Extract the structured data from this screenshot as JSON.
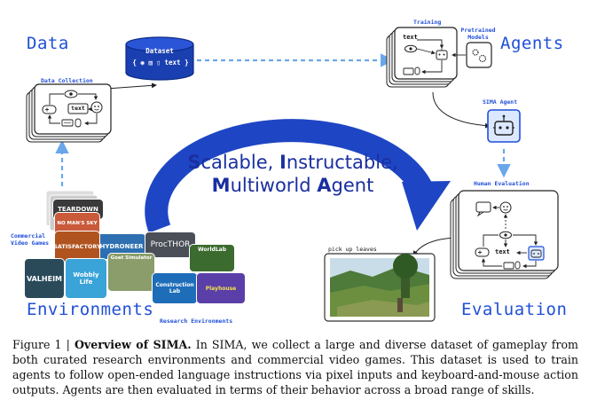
{
  "labels": {
    "data": "Data",
    "agents": "Agents",
    "environments": "Environments",
    "evaluation": "Evaluation"
  },
  "sublabels": {
    "data_collection": "Data Collection",
    "training": "Training",
    "pretrained_models": "Pretrained Models",
    "sima_agent": "SIMA Agent",
    "human_evaluation": "Human Evaluation",
    "commercial_games": "Commercial Video Games",
    "research_envs": "Research Environments",
    "pick_up_leaves": "pick up leaves"
  },
  "dataset": {
    "title": "Dataset",
    "content": "text"
  },
  "card_text": {
    "text": "text"
  },
  "center_title": {
    "w1_cap": "S",
    "w1_rest": "calable, ",
    "w2_cap": "I",
    "w2_rest": "nstructable,",
    "w3_cap": "M",
    "w3_rest": "ultiworld ",
    "w4_cap": "A",
    "w4_rest": "gent"
  },
  "games": {
    "teardown": "TEARDOWN",
    "nomans": "NO MAN'S SKY",
    "hydroneer": "HYDRONEER",
    "satisfactory": "SATISFACTORY",
    "goat": "Goat Simulator",
    "valheim": "VALHEIM",
    "wobbly": "Wobbly Life",
    "procthor": "ProcTHOR",
    "worldlab": "WorldLab",
    "construction": "Construction Lab",
    "playhouse": "Playhouse"
  },
  "caption": {
    "figure": "Figure 1 | ",
    "bold": "Overview of SIMA.",
    "body": " In SIMA, we collect a large and diverse dataset of gameplay from both curated research environments and commercial video games. This dataset is used to train agents to follow open-ended language instructions via pixel inputs and keyboard-and-mouse action outputs. Agents are then evaluated in terms of their behavior across a broad range of skills."
  },
  "colors": {
    "accent": "#1f4fd8",
    "dark_blue": "#1a3fb0",
    "light_blue": "#5fa0ea",
    "sima_fill": "#dbe8ff"
  }
}
